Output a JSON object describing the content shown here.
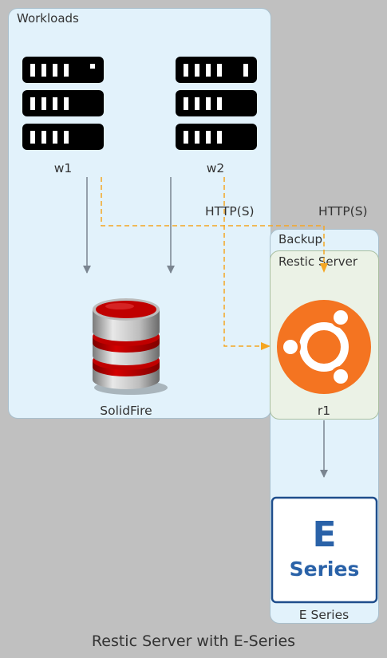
{
  "caption": "Restic Server with E-Series",
  "clusters": {
    "workloads": "Workloads",
    "backup": "Backup",
    "restic_server": "Restic Server"
  },
  "nodes": {
    "w1": "w1",
    "w2": "w2",
    "solidfire": "SolidFire",
    "r1": "r1",
    "eseries": "E Series"
  },
  "eseries_logo": {
    "letter": "E",
    "word": "Series"
  },
  "edges": {
    "http_1": "HTTP(S)",
    "http_2": "HTTP(S)"
  },
  "colors": {
    "workloads_bg": "#e2f2fb",
    "restic_bg": "#ebf2e6",
    "http_edge": "#f5a623",
    "gray_edge": "#7a8590",
    "ubuntu_orange": "#f47421",
    "solidfire_red": "#c00000",
    "netapp_blue": "#2a62a8"
  }
}
